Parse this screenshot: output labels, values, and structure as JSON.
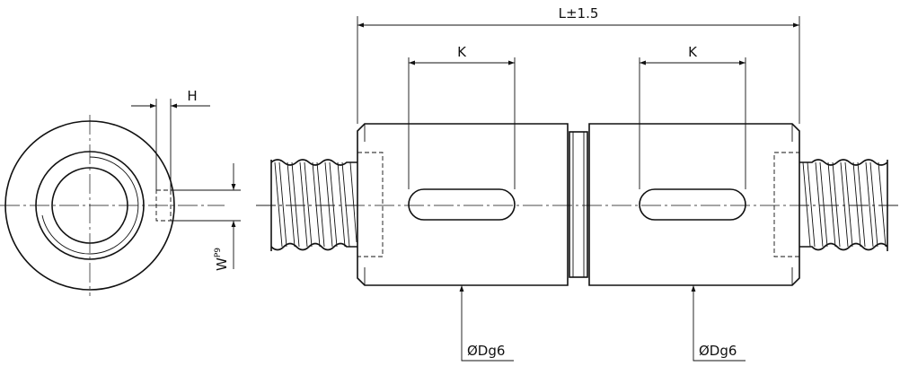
{
  "dimensions": {
    "overall_length": "L±1.5",
    "keyway_length_left": "K",
    "keyway_length_right": "K",
    "keyway_depth": "H",
    "keyway_width": "W",
    "keyway_width_tolerance": "P9",
    "outer_diameter_left": "ØDg6",
    "outer_diameter_right": "ØDg6"
  }
}
